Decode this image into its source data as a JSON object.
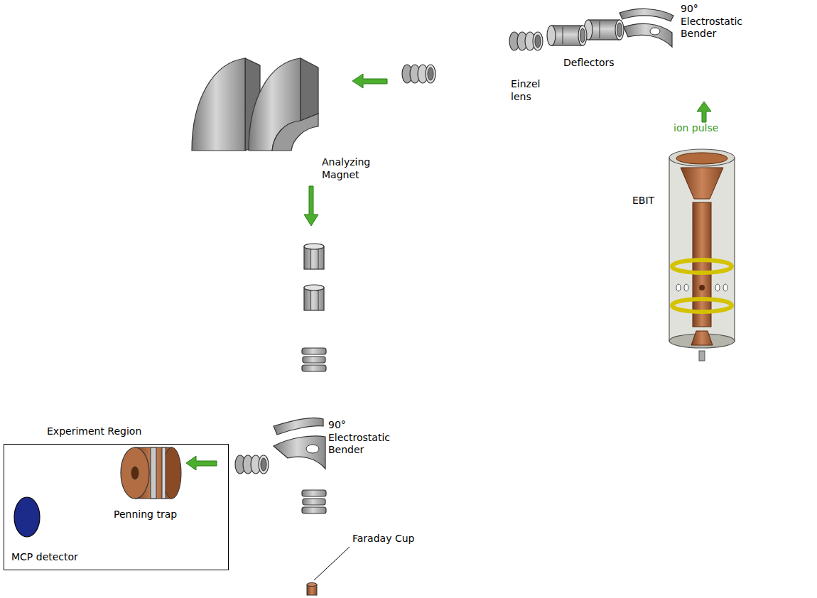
{
  "diagram": {
    "nodes": [
      {
        "text": [
          "Experiment Region"
        ]
      }
    ],
    "labels": [
      "90° Electrostatic Bender",
      "Deflectors",
      "Einzel lens",
      "Analyzing Magnet",
      "ion pulse",
      "EBIT",
      "90° Electrostatic Bender",
      "Penning trap",
      "MCP detector",
      "Faraday Cup"
    ]
  }
}
